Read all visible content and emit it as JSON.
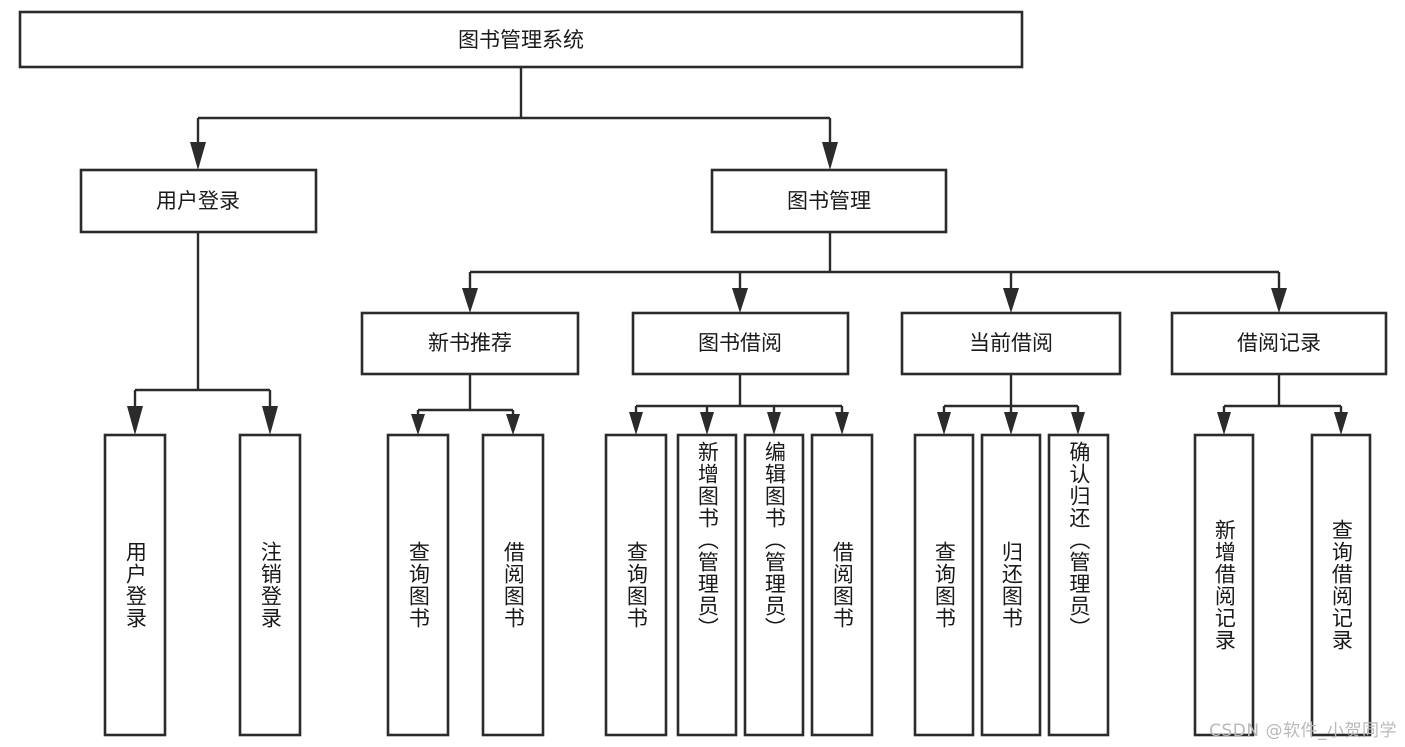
{
  "diagram": {
    "type": "tree-hierarchy",
    "title": "图书管理系统",
    "watermark": "CSDN @软件_小贺同学",
    "colors": {
      "box_stroke": "#2b2b2b",
      "box_fill": "#ffffff",
      "text": "#1a1a1a",
      "background": "#ffffff",
      "watermark": "#b9b9b9"
    },
    "nodes": {
      "root": {
        "label": "图书管理系统",
        "orientation": "horizontal"
      },
      "level2": [
        {
          "id": "user-login",
          "label": "用户登录",
          "orientation": "horizontal"
        },
        {
          "id": "book-manage",
          "label": "图书管理",
          "orientation": "horizontal"
        }
      ],
      "level3": [
        {
          "id": "new-book-rec",
          "label": "新书推荐",
          "orientation": "horizontal"
        },
        {
          "id": "book-borrow",
          "label": "图书借阅",
          "orientation": "horizontal"
        },
        {
          "id": "current-borrow",
          "label": "当前借阅",
          "orientation": "horizontal"
        },
        {
          "id": "borrow-record",
          "label": "借阅记录",
          "orientation": "horizontal"
        }
      ],
      "leaves": [
        {
          "id": "leaf-user-login",
          "label": "用户登录",
          "parent": "user-login",
          "orientation": "vertical"
        },
        {
          "id": "leaf-logout",
          "label": "注销登录",
          "parent": "user-login",
          "orientation": "vertical"
        },
        {
          "id": "leaf-query-book-1",
          "label": "查询图书",
          "parent": "new-book-rec",
          "orientation": "vertical"
        },
        {
          "id": "leaf-borrow-book-1",
          "label": "借阅图书",
          "parent": "new-book-rec",
          "orientation": "vertical"
        },
        {
          "id": "leaf-query-book-2",
          "label": "查询图书",
          "parent": "book-borrow",
          "orientation": "vertical"
        },
        {
          "id": "leaf-add-book",
          "label": "新增图书（管理员）",
          "parent": "book-borrow",
          "orientation": "vertical"
        },
        {
          "id": "leaf-edit-book",
          "label": "编辑图书（管理员）",
          "parent": "book-borrow",
          "orientation": "vertical"
        },
        {
          "id": "leaf-borrow-book-2",
          "label": "借阅图书",
          "parent": "book-borrow",
          "orientation": "vertical"
        },
        {
          "id": "leaf-query-book-3",
          "label": "查询图书",
          "parent": "current-borrow",
          "orientation": "vertical"
        },
        {
          "id": "leaf-return-book",
          "label": "归还图书",
          "parent": "current-borrow",
          "orientation": "vertical"
        },
        {
          "id": "leaf-confirm-return",
          "label": "确认归还（管理员）",
          "parent": "current-borrow",
          "orientation": "vertical"
        },
        {
          "id": "leaf-add-record",
          "label": "新增借阅记录",
          "parent": "borrow-record",
          "orientation": "vertical"
        },
        {
          "id": "leaf-query-record",
          "label": "查询借阅记录",
          "parent": "borrow-record",
          "orientation": "vertical"
        }
      ]
    }
  }
}
